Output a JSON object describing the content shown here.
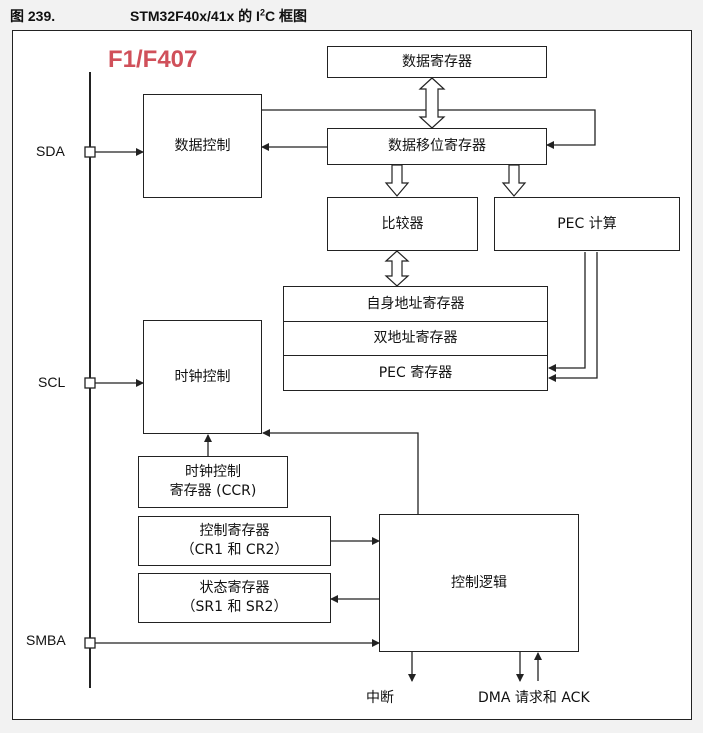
{
  "caption": {
    "figure_no": "图 239.",
    "title_pre": "STM32F40x/41x 的 I",
    "title_sup": "2",
    "title_post": "C 框图"
  },
  "variant_label": "F1/F407",
  "colors": {
    "variant_label": "#d0505a",
    "line": "#222222"
  },
  "pins": {
    "sda": "SDA",
    "scl": "SCL",
    "smba": "SMBA"
  },
  "blocks": {
    "data_register": "数据寄存器",
    "data_control": "数据控制",
    "data_shift_register": "数据移位寄存器",
    "comparator": "比较器",
    "pec_calc": "PEC 计算",
    "own_address_register": "自身地址寄存器",
    "dual_address_register": "双地址寄存器",
    "pec_register": "PEC 寄存器",
    "clock_control": "时钟控制",
    "ccr_line1": "时钟控制",
    "ccr_line2": "寄存器 (CCR)",
    "control_reg_line1": "控制寄存器",
    "control_reg_line2": "（CR1 和 CR2）",
    "status_reg_line1": "状态寄存器",
    "status_reg_line2": "（SR1 和 SR2）",
    "control_logic": "控制逻辑"
  },
  "outputs": {
    "interrupt": "中断",
    "dma_ack": "DMA 请求和 ACK"
  }
}
